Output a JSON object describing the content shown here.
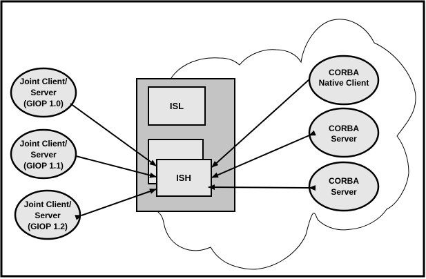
{
  "colors": {
    "frame": "#000000",
    "ellipse_fill": "#e6e6e6",
    "gateway_fill": "#c4c4c4",
    "box_fill": "#e6e6e6",
    "cloud_stroke": "#000000"
  },
  "gateway": {
    "isl_label": "ISL",
    "ish_label": "ISH"
  },
  "clients": [
    {
      "line1": "Joint Client/",
      "line2": "Server",
      "line3": "(GIOP 1.0)"
    },
    {
      "line1": "Joint Client/",
      "line2": "Server",
      "line3": "(GIOP 1.1)"
    },
    {
      "line1": "Joint Client/",
      "line2": "Server",
      "line3": "(GIOP 1.2)"
    }
  ],
  "corba_nodes": [
    {
      "line1": "CORBA",
      "line2": "Native Client"
    },
    {
      "line1": "CORBA",
      "line2": "Server"
    },
    {
      "line1": "CORBA",
      "line2": "Server"
    }
  ],
  "connections": [
    {
      "from": "Joint Client/Server (GIOP 1.0)",
      "to": "ISH",
      "direction": "to-ish"
    },
    {
      "from": "Joint Client/Server (GIOP 1.1)",
      "to": "ISH",
      "direction": "to-ish"
    },
    {
      "from": "Joint Client/Server (GIOP 1.2)",
      "to": "ISH",
      "direction": "bidirectional"
    },
    {
      "from": "CORBA Native Client",
      "to": "ISH",
      "direction": "to-ish"
    },
    {
      "from": "CORBA Server",
      "to": "ISH",
      "direction": "bidirectional"
    },
    {
      "from": "CORBA Server",
      "to": "ISH",
      "direction": "bidirectional"
    }
  ]
}
